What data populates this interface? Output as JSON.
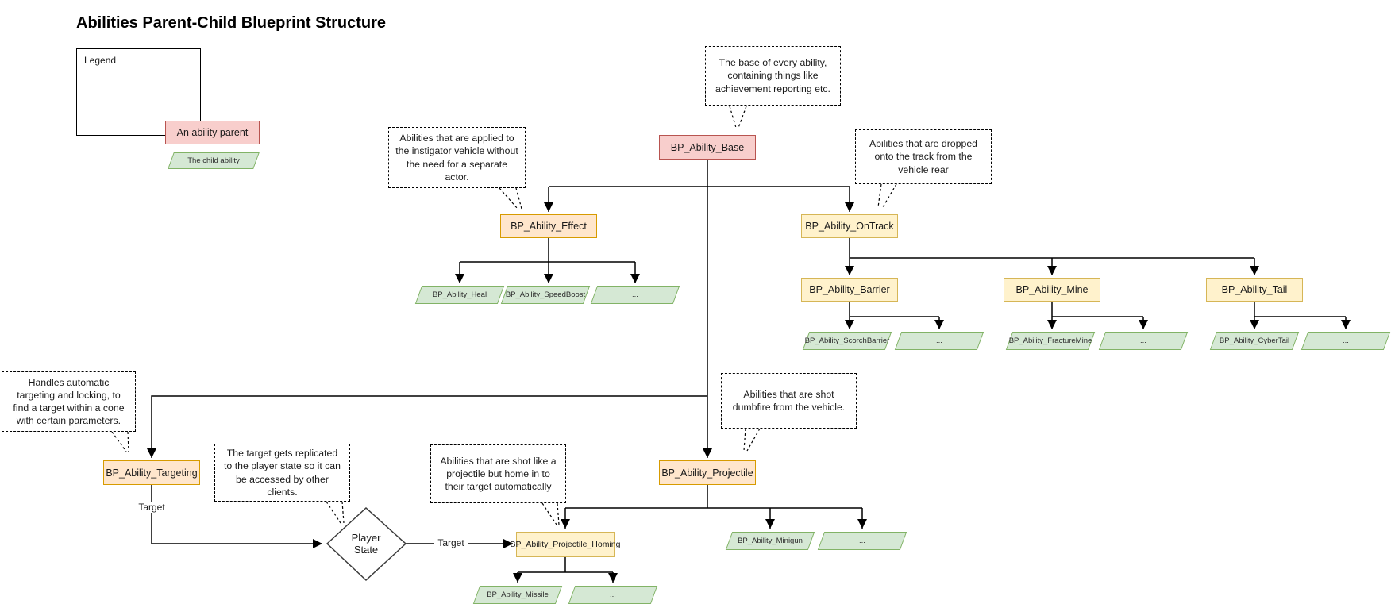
{
  "title": "Abilities Parent-Child Blueprint Structure",
  "legend": {
    "title": "Legend",
    "parent_label": "An ability parent",
    "child_label": "The child ability"
  },
  "colors": {
    "parent_fill": "#f8cecc",
    "parent_stroke": "#b85450",
    "ability_orange_fill": "#ffe6cc",
    "ability_orange_stroke": "#d79b00",
    "ability_yellow_fill": "#fff2cc",
    "ability_yellow_stroke": "#d6b656",
    "child_fill": "#d5e8d4",
    "child_stroke": "#82b366",
    "edge": "#000000"
  },
  "nodes": {
    "base": {
      "label": "BP_Ability_Base"
    },
    "effect": {
      "label": "BP_Ability_Effect"
    },
    "ontrack": {
      "label": "BP_Ability_OnTrack"
    },
    "barrier": {
      "label": "BP_Ability_Barrier"
    },
    "mine": {
      "label": "BP_Ability_Mine"
    },
    "tail": {
      "label": "BP_Ability_Tail"
    },
    "targeting": {
      "label": "BP_Ability_Targeting"
    },
    "projectile": {
      "label": "BP_Ability_Projectile"
    },
    "homing": {
      "label": "BP_Ability_Projectile_Homing"
    }
  },
  "leaves": {
    "heal": {
      "label": "BP_Ability_Heal"
    },
    "speedboost": {
      "label": "BP_Ability_SpeedBoost"
    },
    "effect_more": {
      "label": "..."
    },
    "scorchbarrier": {
      "label": "BP_Ability_ScorchBarrier"
    },
    "barrier_more": {
      "label": "..."
    },
    "fracturemine": {
      "label": "BP_Ability_FractureMine"
    },
    "mine_more": {
      "label": "..."
    },
    "cybertail": {
      "label": "BP_Ability_CyberTail"
    },
    "tail_more": {
      "label": "..."
    },
    "minigun": {
      "label": "BP_Ability_Minigun"
    },
    "projectile_more": {
      "label": "..."
    },
    "missile": {
      "label": "BP_Ability_Missile"
    },
    "homing_more": {
      "label": "..."
    }
  },
  "diamond": {
    "label": "Player\nState"
  },
  "callouts": {
    "base": {
      "text": "The base of every ability, containing things like achievement reporting etc."
    },
    "effect": {
      "text": "Abilities that are applied to the instigator vehicle without the need for a separate actor."
    },
    "ontrack": {
      "text": "Abilities that are dropped onto the track from the vehicle rear"
    },
    "targeting": {
      "text": "Handles automatic targeting and locking, to find a target within a cone with certain parameters."
    },
    "replicated": {
      "text": "The target gets replicated to the player state so it can be accessed by other clients."
    },
    "homing": {
      "text": "Abilities that are shot like a projectile but home in to their target automatically"
    },
    "projectile": {
      "text": "Abilities that are shot dumbfire from the vehicle."
    }
  },
  "edge_labels": {
    "targeting_target": "Target",
    "state_target": "Target"
  }
}
